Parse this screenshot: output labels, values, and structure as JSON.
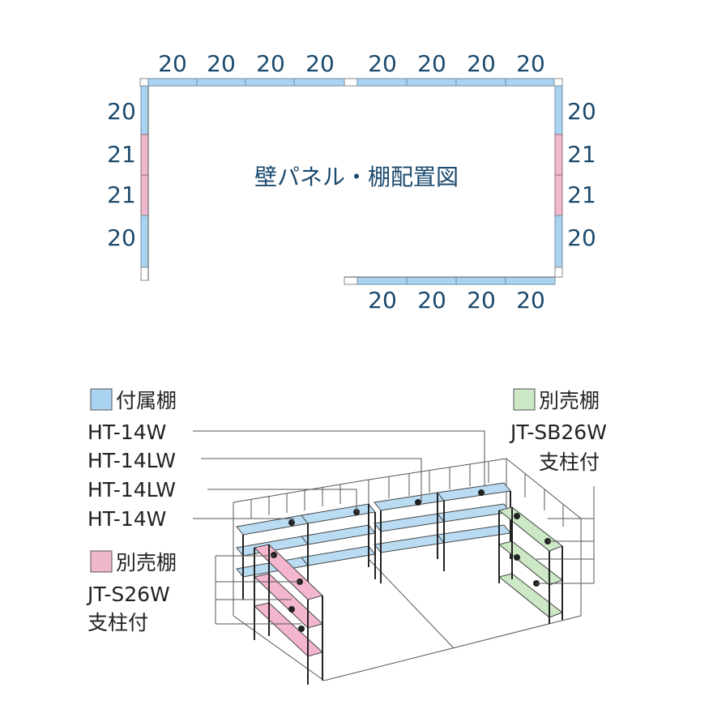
{
  "plan": {
    "title": "壁パネル・棚配置図",
    "top_numbers": [
      "20",
      "20",
      "20",
      "20",
      "20",
      "20",
      "20",
      "20"
    ],
    "left_numbers": [
      "20",
      "21",
      "21",
      "20"
    ],
    "right_numbers": [
      "20",
      "21",
      "21",
      "20"
    ],
    "bottom_numbers": [
      "20",
      "20",
      "20",
      "20"
    ]
  },
  "legend": {
    "included": {
      "label": "付属棚",
      "color": "#a9d3f0"
    },
    "left_labels": [
      "HT-14W",
      "HT-14LW",
      "HT-14LW",
      "HT-14W"
    ],
    "pink": {
      "label": "別売棚",
      "model": "JT-S26W",
      "note": "支柱付",
      "color": "#f0b8cc"
    },
    "green": {
      "label": "別売棚",
      "model": "JT-SB26W",
      "note": "支柱付",
      "color": "#cce8c6"
    }
  }
}
